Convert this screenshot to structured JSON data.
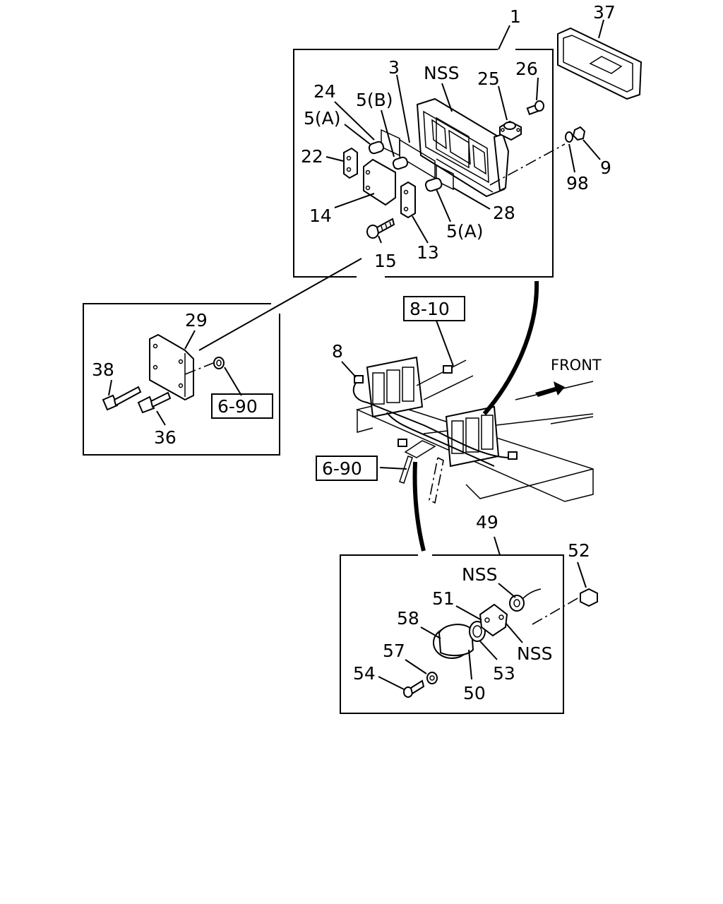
{
  "callouts": {
    "c1": "1",
    "c3": "3",
    "nss_top": "NSS",
    "c24": "24",
    "c5b": "5(B)",
    "c5a_top": "5(A)",
    "c22": "22",
    "c14": "14",
    "c15": "15",
    "c13": "13",
    "c5a_bottom": "5(A)",
    "c28": "28",
    "c25": "25",
    "c26": "26",
    "c98": "98",
    "c9": "9",
    "c37": "37",
    "c29": "29",
    "c38": "38",
    "c36": "36",
    "c8": "8",
    "c49": "49",
    "c52": "52",
    "nss_bulb": "NSS",
    "c51": "51",
    "c58": "58",
    "c57": "57",
    "c54": "54",
    "c50": "50",
    "c53": "53",
    "nss_socket": "NSS"
  },
  "ref_boxes": {
    "ref_8_10": "8-10",
    "ref_6_90_left": "6-90",
    "ref_6_90_center": "6-90"
  },
  "direction_label": "FRONT"
}
